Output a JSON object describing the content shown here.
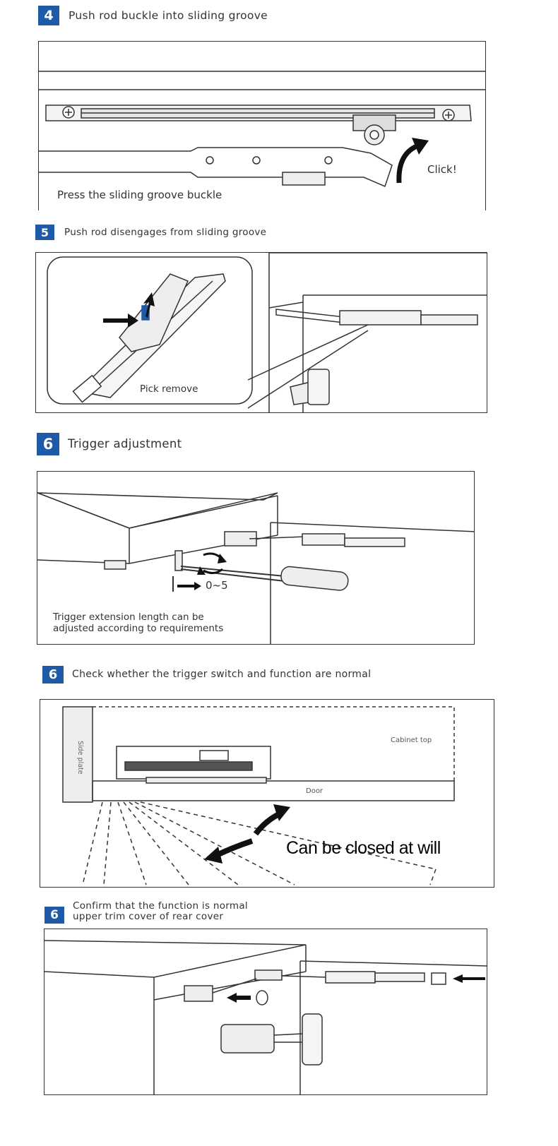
{
  "steps": [
    {
      "number": "4",
      "title": "Push rod buckle into sliding groove",
      "captions": {
        "press": "Press the sliding groove buckle",
        "click": "Click!"
      }
    },
    {
      "number": "5",
      "title": "Push rod disengages from sliding groove",
      "captions": {
        "pick": "Pick remove"
      }
    },
    {
      "number": "6",
      "title": "Trigger adjustment",
      "captions": {
        "range": "0~5",
        "line1": "Trigger extension length can be",
        "line2": "adjusted according to requirements"
      }
    },
    {
      "number": "6",
      "title": "Check whether the trigger switch and function are normal",
      "captions": {
        "side": "Side plate",
        "top": "Cabinet top",
        "door": "Door",
        "closed": "Can be closed at will"
      }
    },
    {
      "number": "6",
      "title_line1": "Confirm that the function is normal",
      "title_line2": "upper trim cover of rear cover"
    }
  ],
  "colors": {
    "badge": "#1f5aa8",
    "line": "#333333",
    "blue_clip": "#1f5aa8"
  }
}
